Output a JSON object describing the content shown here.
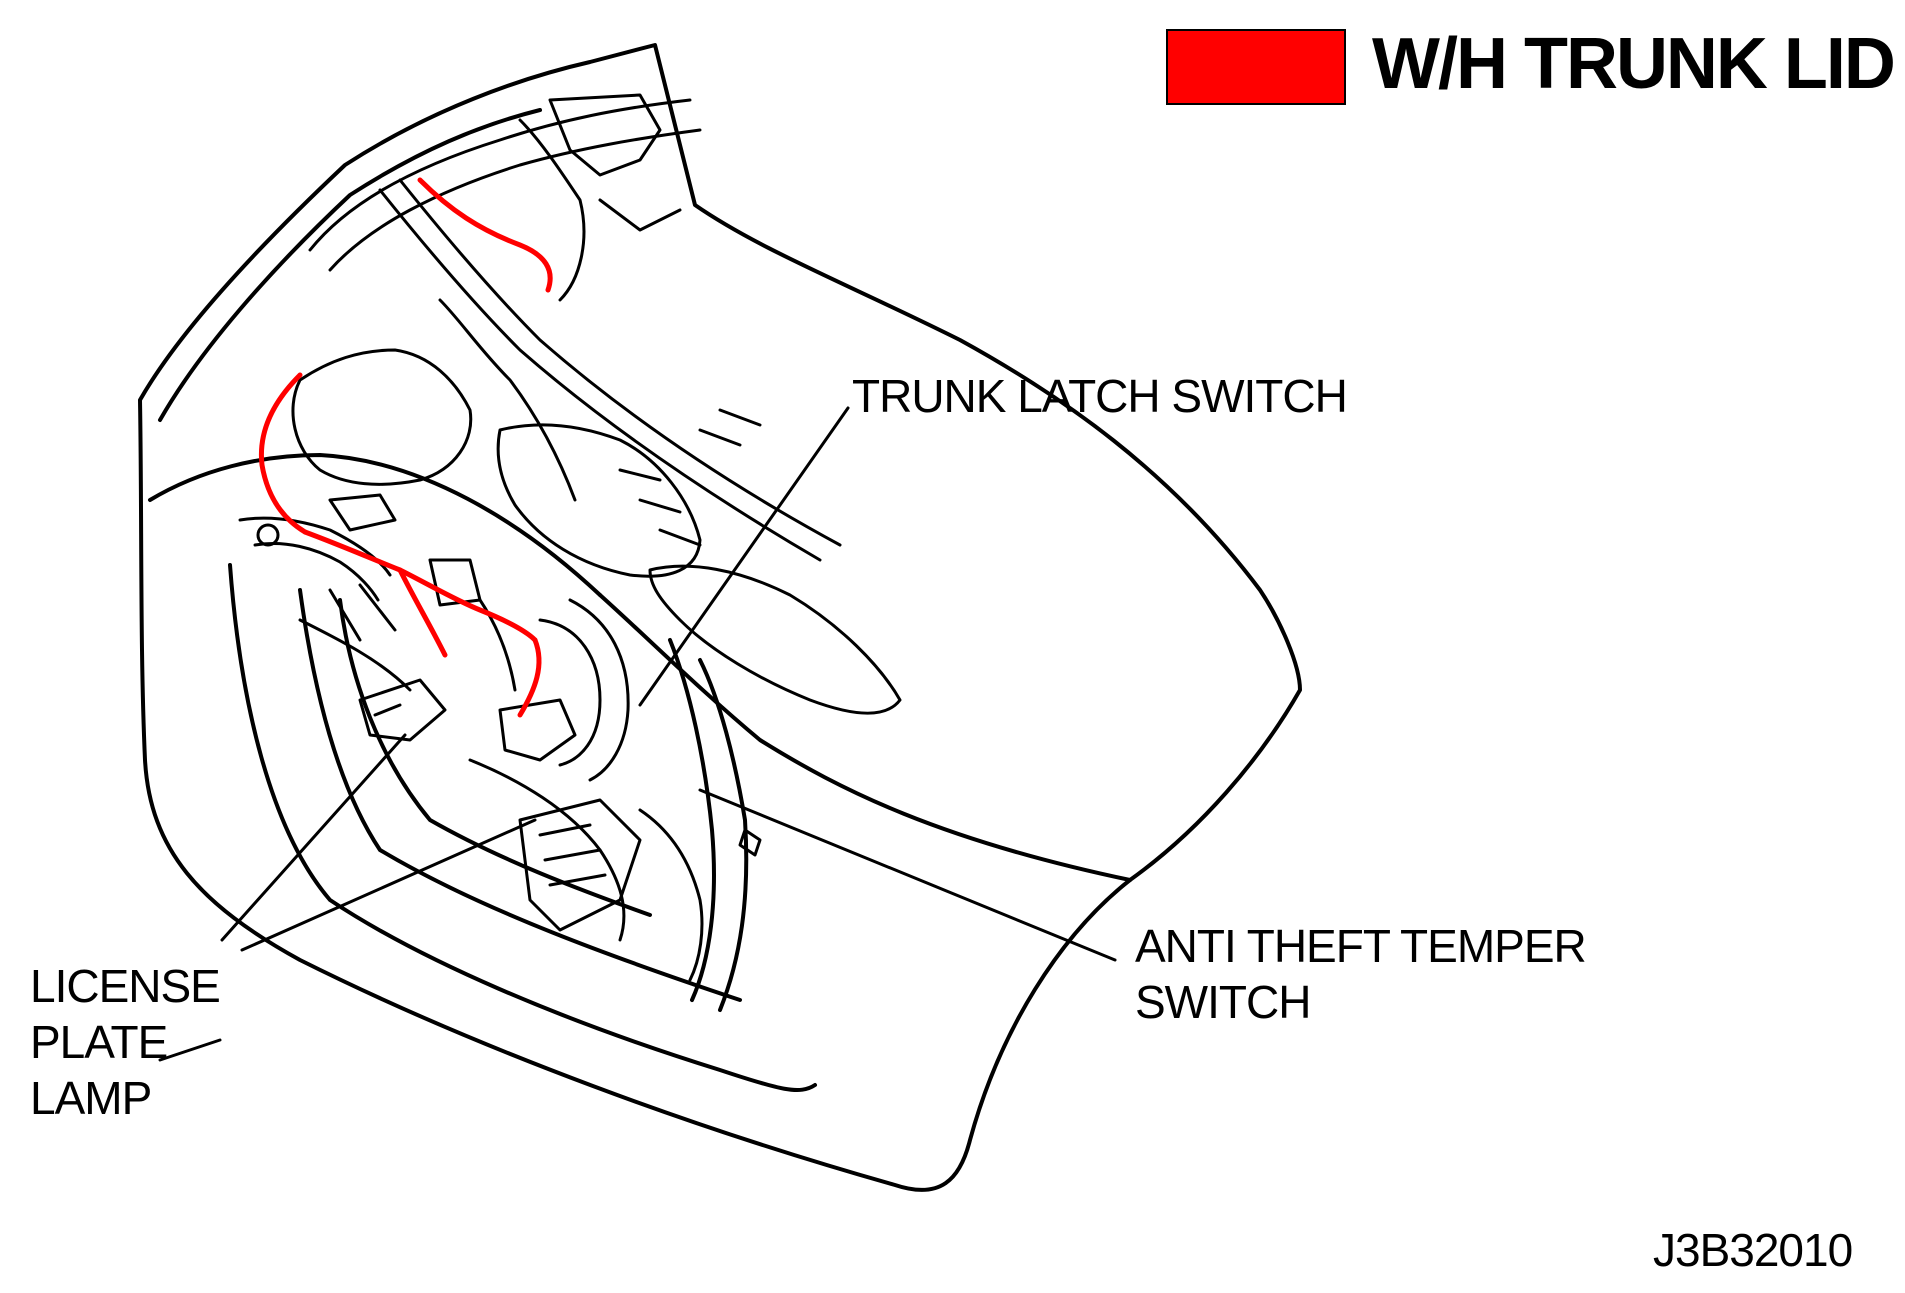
{
  "legend": {
    "swatch_color": "#ff0000",
    "title": "W/H TRUNK LID"
  },
  "labels": {
    "trunk_latch_switch": "TRUNK LATCH SWITCH",
    "anti_theft_line1": "ANTI THEFT TEMPER",
    "anti_theft_line2": "SWITCH",
    "license_line1": "LICENSE",
    "license_line2": "PLATE",
    "license_line3": "LAMP"
  },
  "figure_code": "J3B32010",
  "colors": {
    "harness": "#ff0000",
    "outline": "#000000",
    "background": "#ffffff"
  }
}
